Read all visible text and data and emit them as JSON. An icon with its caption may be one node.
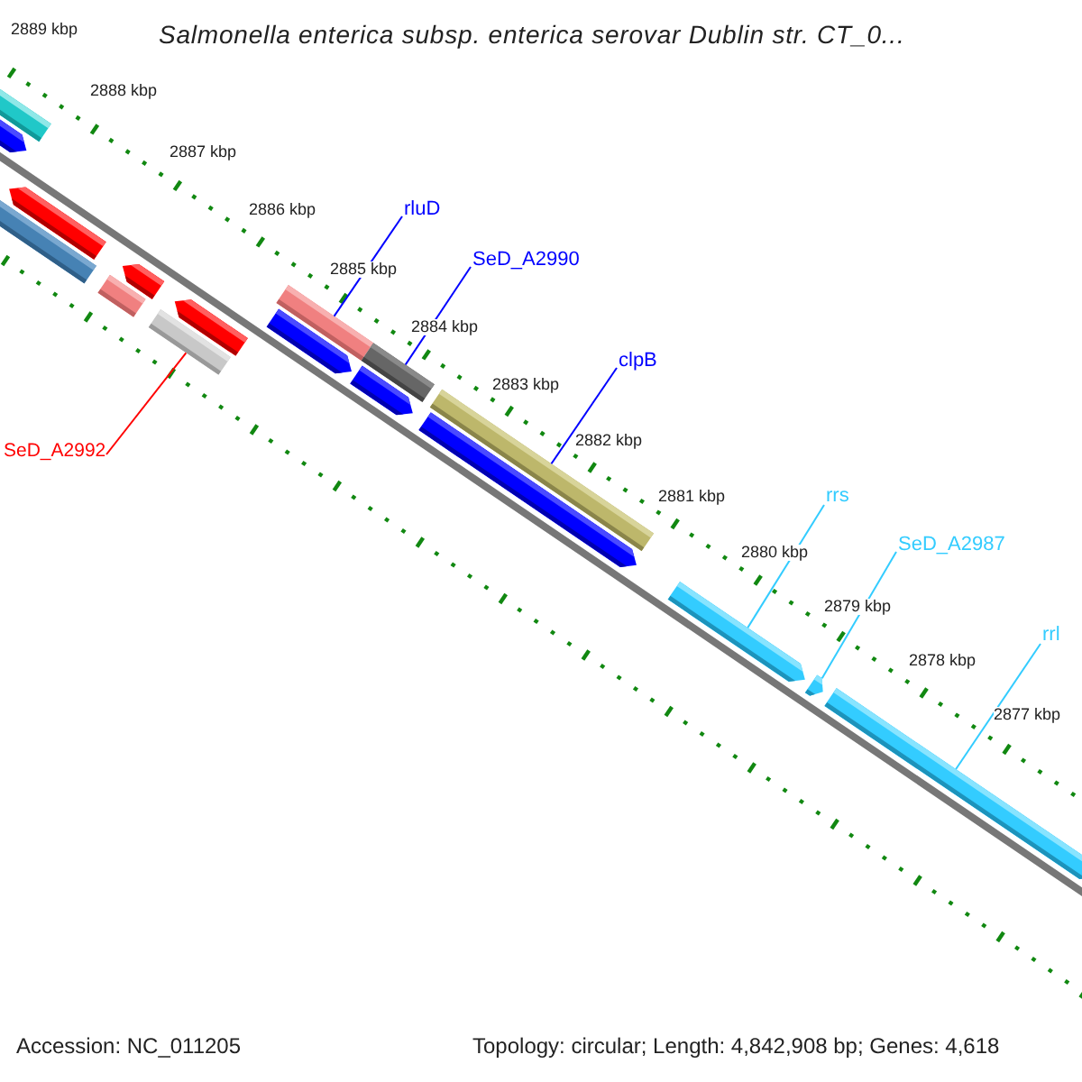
{
  "diagram": {
    "title": "Salmonella enterica subsp. enterica serovar Dublin str. CT_0...",
    "nodes": [
      {
        "text": [
          "rluD"
        ]
      },
      {
        "text": [
          "SeD_A2990"
        ]
      },
      {
        "text": [
          "clpB"
        ]
      },
      {
        "text": [
          "SeD_A2992"
        ]
      },
      {
        "text": [
          "rrs"
        ]
      },
      {
        "text": [
          "SeD_A2987"
        ]
      },
      {
        "text": [
          "rrl"
        ]
      },
      {
        "text": [],
        "shape": "bar"
      },
      {
        "text": [],
        "shape": "bar"
      },
      {
        "text": [],
        "shape": "bar"
      },
      {
        "text": [],
        "shape": "bar"
      },
      {
        "text": [],
        "shape": "bar"
      },
      {
        "text": [],
        "shape": "bar"
      },
      {
        "text": [],
        "shape": "bar"
      },
      {
        "text": [],
        "shape": "bar"
      },
      {
        "text": [],
        "shape": "bar"
      },
      {
        "text": [],
        "shape": "bar"
      },
      {
        "text": [],
        "shape": "bar"
      },
      {
        "text": [],
        "shape": "bar"
      },
      {
        "text": [],
        "shape": "bar"
      },
      {
        "text": [],
        "shape": "bar"
      },
      {
        "text": [],
        "shape": "bar"
      },
      {
        "text": [],
        "shape": "bar"
      },
      {
        "text": [],
        "shape": "bar"
      }
    ],
    "edges": [
      {
        "from": 0,
        "to": 15,
        "arrow": "none",
        "color": "#0000ff"
      },
      {
        "from": 1,
        "to": 17,
        "arrow": "none",
        "color": "#0000ff"
      },
      {
        "from": 2,
        "to": 19,
        "arrow": "none",
        "color": "#0000ff"
      },
      {
        "from": 3,
        "to": 13,
        "arrow": "none",
        "color": "#ff0000"
      },
      {
        "from": 4,
        "to": 21,
        "arrow": "none",
        "color": "#33ccff"
      },
      {
        "from": 5,
        "to": 22,
        "arrow": "none",
        "color": "#33ccff"
      },
      {
        "from": 6,
        "to": 23,
        "arrow": "none",
        "color": "#33ccff"
      }
    ],
    "labels": [
      "2889 kbp",
      "2888 kbp",
      "2887 kbp",
      "2886 kbp",
      "2885 kbp",
      "2884 kbp",
      "2883 kbp",
      "2882 kbp",
      "2881 kbp",
      "2880 kbp",
      "2879 kbp",
      "2878 kbp",
      "2877 kbp",
      "Accession: NC_011205",
      "Topology: circular; Length: 4,842,908 bp; Genes: 4,618"
    ]
  }
}
